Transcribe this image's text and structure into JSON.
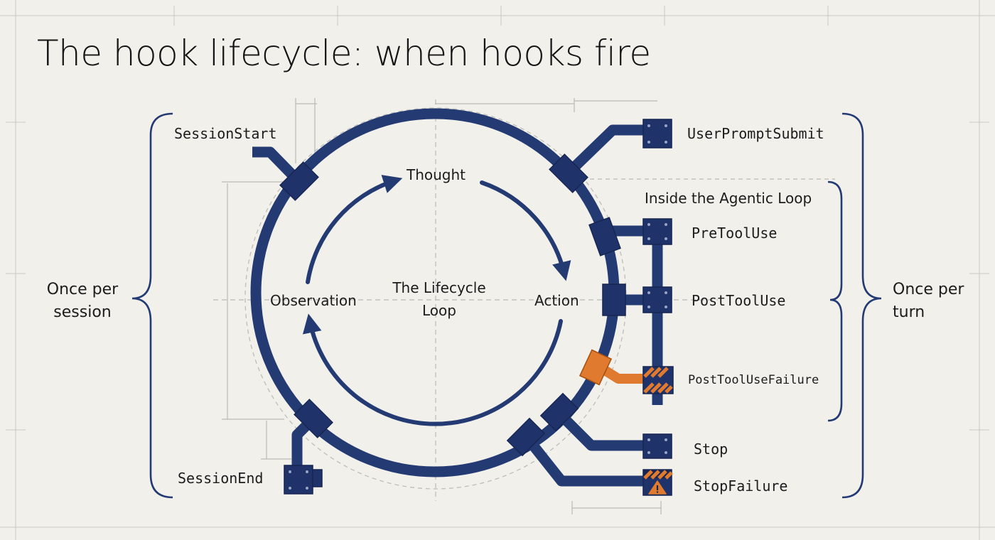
{
  "title": "The hook lifecycle: when hooks fire",
  "colors": {
    "background": "#f1f0eb",
    "pipe": "#243a73",
    "pipe_dark": "#172652",
    "failure": "#e07a2e",
    "guide": "#b9b9b6"
  },
  "loop": {
    "center_label_line1": "The Lifecycle",
    "center_label_line2": "Loop",
    "thought": "Thought",
    "action": "Action",
    "observation": "Observation"
  },
  "session": {
    "bracket_line1": "Once per",
    "bracket_line2": "session",
    "hooks": {
      "start": "SessionStart",
      "end": "SessionEnd"
    }
  },
  "turn": {
    "bracket_line1": "Once per",
    "bracket_line2": "turn",
    "hooks": {
      "user_prompt": "UserPromptSubmit",
      "stop": "Stop",
      "stop_failure": "StopFailure"
    }
  },
  "agentic": {
    "title": "Inside the Agentic Loop",
    "hooks": {
      "pre": "PreToolUse",
      "post": "PostToolUse",
      "post_failure": "PostToolUseFailure"
    }
  },
  "icons": {
    "warning": "warning-triangle-icon"
  }
}
